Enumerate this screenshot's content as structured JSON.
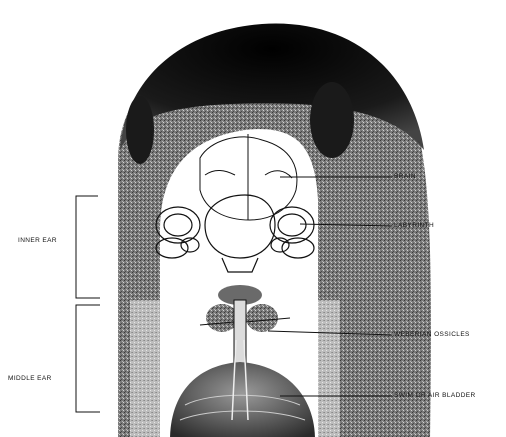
{
  "labels": {
    "brain": "BRAIN",
    "labyrinth": "LABYRINTH",
    "inner_ear": "INNER EAR",
    "middle_ear": "MIDDLE EAR",
    "weberian_ossicles": "WEBERIAN OSSICLES",
    "swim_bladder": "SWIM OR AIR BLADDER"
  },
  "colors": {
    "body_dark": "#111111",
    "body_mid": "#777777",
    "body_light": "#c8c8c8",
    "line": "#111111"
  }
}
